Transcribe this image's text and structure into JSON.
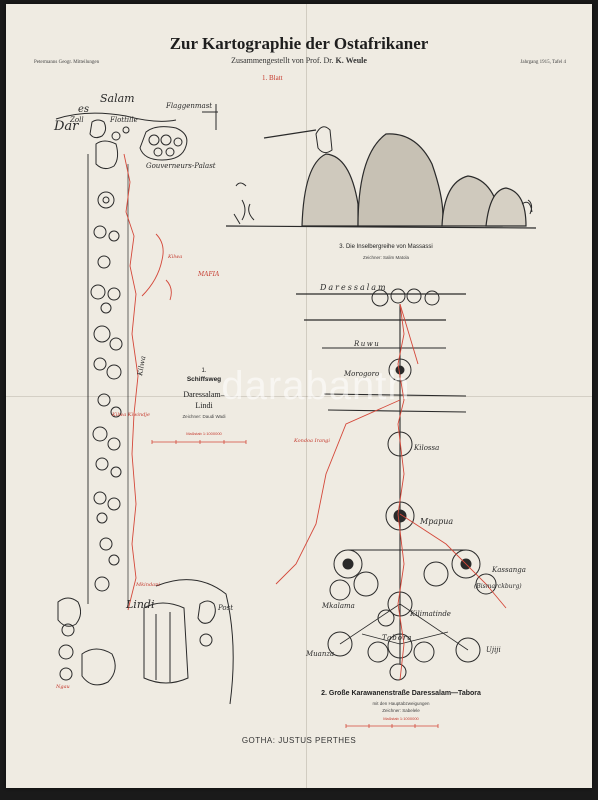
{
  "header": {
    "title": "Zur Kartographie der Ostafrikaner",
    "subtitle_prefix": "Zusammengestellt von Prof. Dr.",
    "subtitle_author": "K. Weule",
    "publisher_left": "Petermanns Geogr. Mitteilungen",
    "publisher_right": "Jahrgang 1915, Tafel 4",
    "sheet_label": "1. Blatt"
  },
  "panel1": {
    "number": "1.",
    "type": "Schiffsweg",
    "line1": "Daressalam–",
    "line2": "Lindi",
    "drawer": "Zeichner: Daudi Wadi",
    "scale": "Maßstab 1:1000000"
  },
  "panel2": {
    "title": "2. Große Karawanenstraße Daressalam—Tabora",
    "line1": "mit den Hauptabzweigungen",
    "drawer": "Zeichner: Sabelele",
    "scale": "Maßstab 1:1000000"
  },
  "panel3": {
    "title": "3. Die Inselbergreihe von Massassi",
    "drawer": "Zeichner: Salim Matola"
  },
  "footer": {
    "publisher": "GOTHA: JUSTUS PERTHES"
  },
  "watermark": "darabanth",
  "map_labels": {
    "dar": "Dar",
    "es": "es",
    "salam": "Salam",
    "flottille": "Flottille",
    "zoll": "Zoll",
    "flaggenmast": "Flaggenmast",
    "gouverneurs_palast": "Gouverneurs-Palast",
    "mafia": "MAFIA",
    "kilwa": "Kilwa",
    "lindi": "Lindi",
    "post": "Post",
    "mpapua": "Mpapua",
    "morogoro": "Morogoro",
    "kilossa": "Kilossa",
    "kassanga": "Kassanga",
    "bismarckburg": "(Bismarckburg)",
    "mkalama": "Mkalama",
    "kilimatinde": "Kilimatinde",
    "tabora": "Tabora",
    "ujiji": "Ujiji",
    "daressalam": "Daressalam",
    "ruvu": "Ruwu",
    "mwanza": "Muanza",
    "kondoa_irangi": "Kondoa Irangi",
    "red_kilwa_kiwindje": "Kilwa Kiwindje",
    "red_mkindani": "Mkindani",
    "red_ngau": "Ngau",
    "red_kilwa2": "Kilwa"
  }
}
